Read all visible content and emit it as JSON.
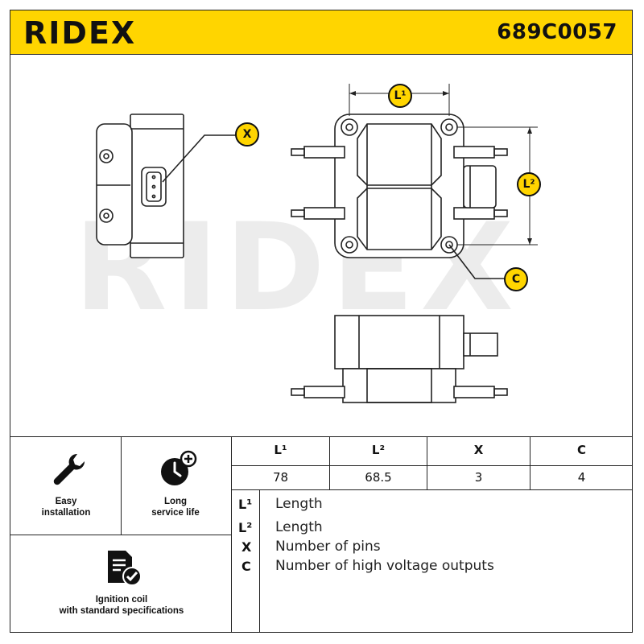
{
  "header": {
    "brand": "RIDEX",
    "part_number": "689C0057",
    "brand_color": "#ffd500"
  },
  "watermark": "RIDEX",
  "drawing": {
    "callouts": {
      "l1": "L¹",
      "l2": "L²",
      "x": "X",
      "c": "C"
    }
  },
  "features": [
    {
      "icon": "wrench-icon",
      "label_line1": "Easy",
      "label_line2": "installation"
    },
    {
      "icon": "clock-plus-icon",
      "label_line1": "Long",
      "label_line2": "service life"
    },
    {
      "icon": "document-check-icon",
      "label_line1": "Ignition coil",
      "label_line2": "with standard specifications"
    }
  ],
  "spec_table": {
    "headers": [
      "L¹",
      "L²",
      "X",
      "C"
    ],
    "values": [
      "78",
      "68.5",
      "3",
      "4"
    ]
  },
  "legend": [
    {
      "key": "L¹",
      "text": "Length"
    },
    {
      "key": "L²",
      "text": "Length"
    },
    {
      "key": "X",
      "text": "Number of pins"
    },
    {
      "key": "C",
      "text": "Number of high voltage outputs"
    }
  ]
}
